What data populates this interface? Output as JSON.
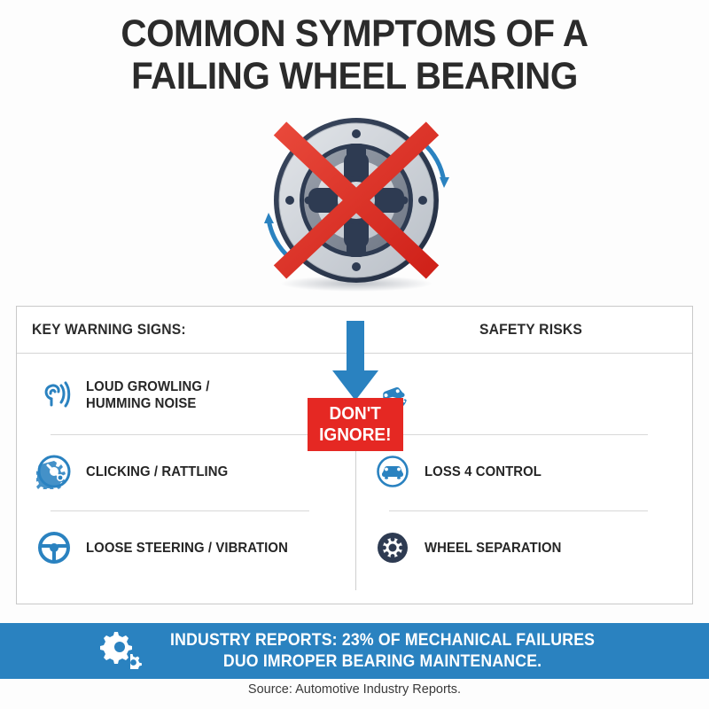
{
  "title": {
    "line1": "COMMON SYMPTOMS OF A",
    "line2": "FAILING WHEEL BEARING"
  },
  "hero": {
    "icon": "crossed-out-wheel-bearing-icon",
    "cross_color": "#e03127",
    "arrow_color": "#2a82c0",
    "ring_outer_color": "#2e3b52",
    "ring_mid_color": "#8b919c",
    "ring_light_color": "#cfd3d8"
  },
  "card": {
    "header_left": "KEY WARNING SIGNS:",
    "header_right": "SAFETY RISKS",
    "warning_signs": [
      {
        "icon": "ear-sound-waves-icon",
        "label": "LOUD GROWLING /\nHUMMING NOISE"
      },
      {
        "icon": "gear-wrench-icon",
        "label": "CLICKING / RATTLING"
      },
      {
        "icon": "steering-wheel-icon",
        "label": "LOOSE STEERING / VIBRATION"
      }
    ],
    "safety_risks": [
      {
        "icon": "car-skidding-icon",
        "label": ""
      },
      {
        "icon": "car-front-icon",
        "label": "LOSS 4 CONTROL"
      },
      {
        "icon": "wheel-tire-icon",
        "label": "WHEEL SEPARATION"
      }
    ]
  },
  "callout": {
    "icon": "down-arrow-icon",
    "line1": "DON'T",
    "line2": "IGNORE!",
    "background": "#e52823",
    "text_color": "#ffffff"
  },
  "banner": {
    "icon": "gears-icon",
    "line1": "INDUSTRY REPORTS:  23% OF MECHANICAL FAILURES",
    "line2": "DUO IMROPER BEARING MAINTENANCE.",
    "background": "#2a82c0",
    "stat": "23%"
  },
  "source": "Source: Automotive Industry Reports.",
  "colors": {
    "accent_blue": "#2a82c0",
    "alert_red": "#e52823",
    "dark_navy": "#2e3b52",
    "text_dark": "#262626"
  }
}
